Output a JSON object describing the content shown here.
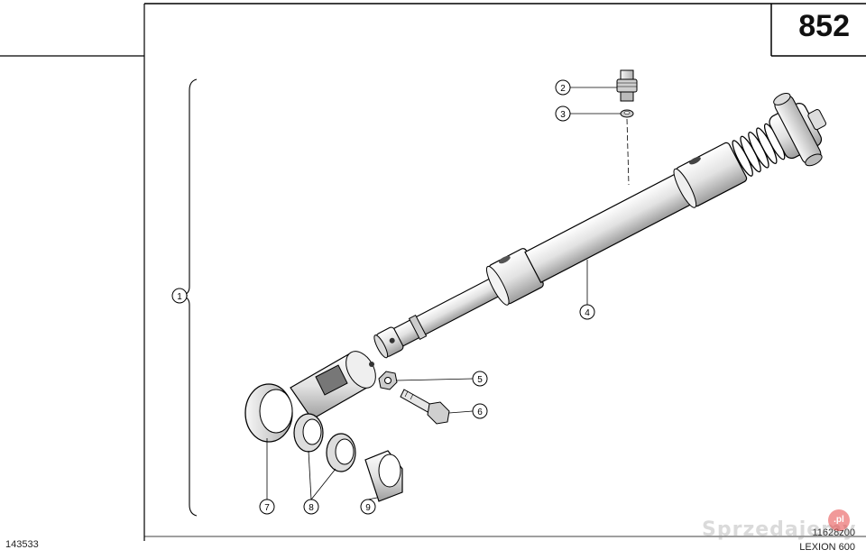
{
  "header": {
    "page_number": "852"
  },
  "footer": {
    "doc_id": "143533",
    "drawing_ref": "11628z00",
    "model": "LEXION 600"
  },
  "watermark": {
    "text": "Sprzedajemy",
    "badge": ".pl"
  },
  "callouts": [
    "1",
    "2",
    "3",
    "4",
    "5",
    "6",
    "7",
    "8",
    "9"
  ]
}
